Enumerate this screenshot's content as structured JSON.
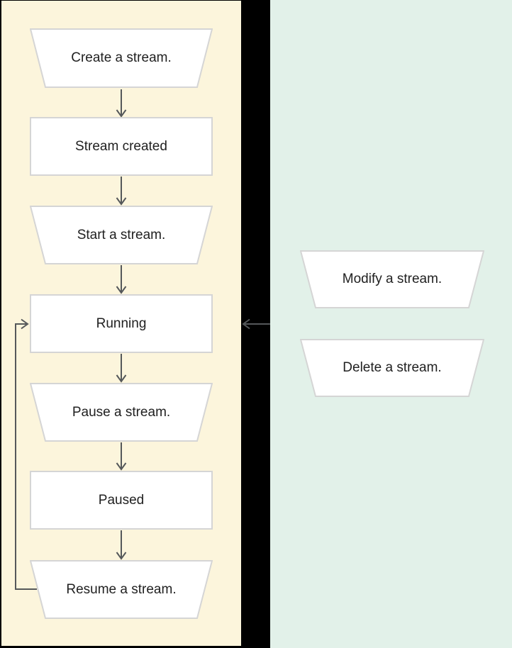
{
  "colors": {
    "background": "#000000",
    "left_panel_bg": "#fcf5dc",
    "right_panel_bg": "#e2f1e9",
    "node_fill": "#ffffff",
    "node_border": "#d5d5d5",
    "arrow": "#55585a",
    "text": "#212121"
  },
  "flow": {
    "nodes": [
      {
        "id": "create",
        "label": "Create a stream.",
        "shape": "trapezoid"
      },
      {
        "id": "created",
        "label": "Stream created",
        "shape": "rect"
      },
      {
        "id": "start",
        "label": "Start a stream.",
        "shape": "trapezoid"
      },
      {
        "id": "running",
        "label": "Running",
        "shape": "rect"
      },
      {
        "id": "pause",
        "label": "Pause a stream.",
        "shape": "trapezoid"
      },
      {
        "id": "paused",
        "label": "Paused",
        "shape": "rect"
      },
      {
        "id": "resume",
        "label": "Resume a stream.",
        "shape": "trapezoid"
      }
    ],
    "edges": [
      {
        "from": "create",
        "to": "created",
        "type": "down"
      },
      {
        "from": "created",
        "to": "start",
        "type": "down"
      },
      {
        "from": "start",
        "to": "running",
        "type": "down"
      },
      {
        "from": "running",
        "to": "pause",
        "type": "down"
      },
      {
        "from": "pause",
        "to": "paused",
        "type": "down"
      },
      {
        "from": "paused",
        "to": "resume",
        "type": "down"
      },
      {
        "from": "resume",
        "to": "running",
        "type": "loop-back-left"
      },
      {
        "from": "side-actions",
        "to": "running",
        "type": "arrow-left"
      }
    ]
  },
  "side_actions": {
    "nodes": [
      {
        "id": "modify",
        "label": "Modify a stream.",
        "shape": "trapezoid"
      },
      {
        "id": "delete",
        "label": "Delete a stream.",
        "shape": "trapezoid"
      }
    ]
  }
}
